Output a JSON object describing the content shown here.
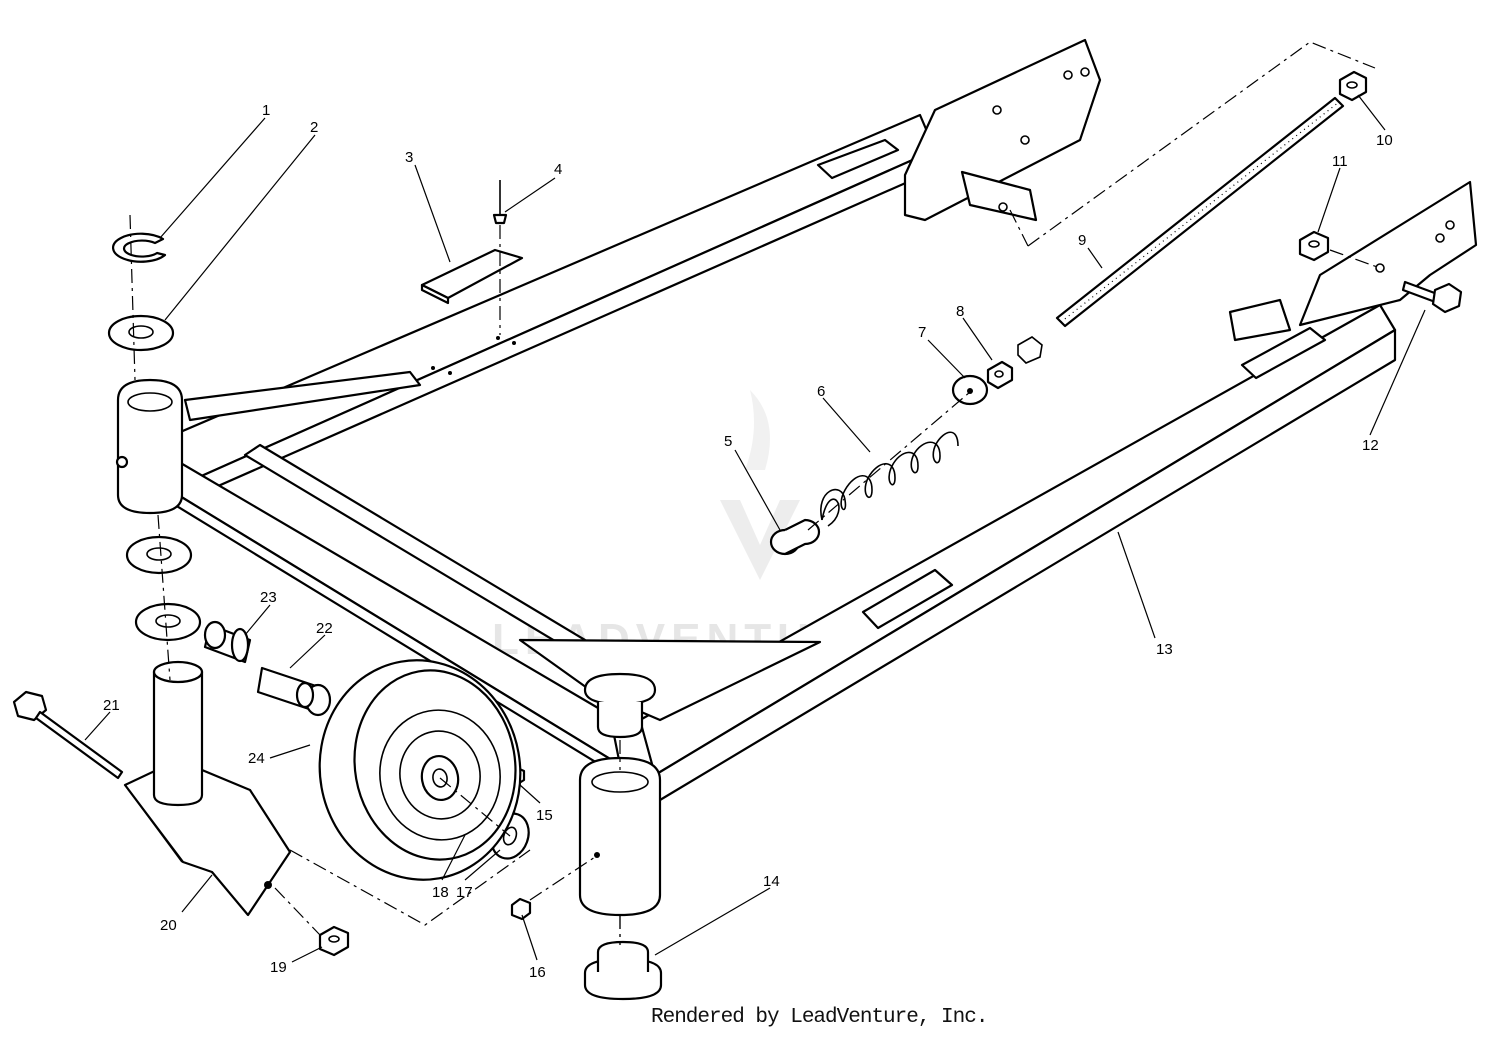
{
  "watermark": "LEADVENTURE",
  "credit": "Rendered by LeadVenture, Inc.",
  "callouts": [
    "1",
    "2",
    "3",
    "4",
    "5",
    "6",
    "7",
    "8",
    "9",
    "10",
    "11",
    "12",
    "13",
    "14",
    "15",
    "16",
    "17",
    "18",
    "19",
    "20",
    "21",
    "22",
    "23",
    "24"
  ]
}
